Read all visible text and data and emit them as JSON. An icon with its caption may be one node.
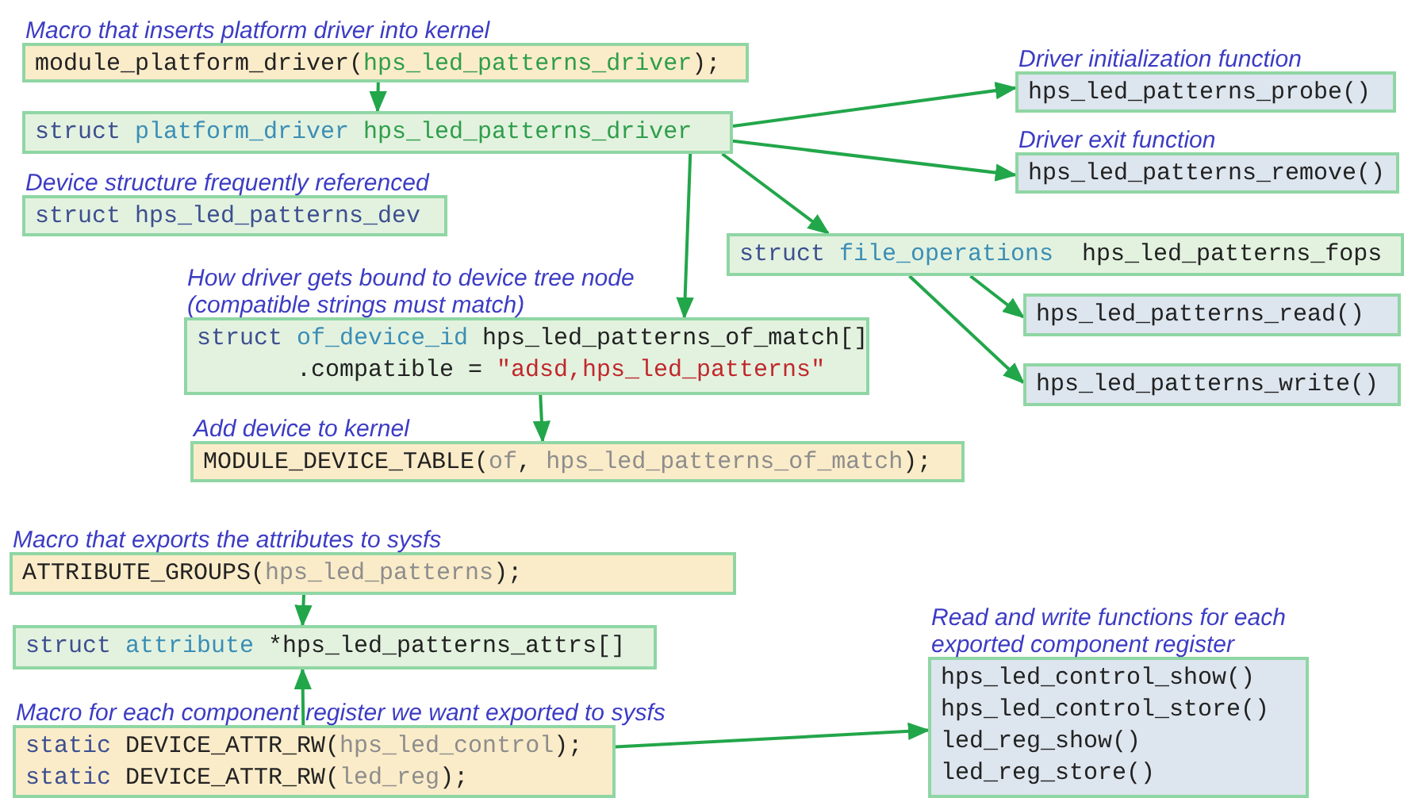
{
  "diagram": {
    "nodes": [
      {
        "text": [
          "Macro that inserts platform driver into kernel",
          "module_platform_driver(",
          "hps_led_patterns_driver",
          ");"
        ]
      },
      {
        "text": [
          "struct",
          "platform_driver",
          "hps_led_patterns_driver"
        ]
      },
      {
        "text": [
          "Device structure frequently referenced",
          "struct",
          "hps_led_patterns_dev"
        ]
      },
      {
        "text": [
          "How driver gets bound to device tree node (compatible strings must match)",
          "struct",
          "of_device_id",
          "hps_led_patterns_of_match[]",
          ".compatible =",
          "\"adsd,hps_led_patterns\""
        ]
      },
      {
        "text": [
          "Add device to kernel",
          "MODULE_DEVICE_TABLE(",
          "of",
          ",",
          "hps_led_patterns_of_match",
          ");"
        ]
      },
      {
        "text": [
          "Driver initialization function",
          "hps_led_patterns_probe()"
        ]
      },
      {
        "text": [
          "Driver exit function",
          "hps_led_patterns_remove()"
        ]
      },
      {
        "text": [
          "struct",
          "file_operations",
          "hps_led_patterns_fops"
        ]
      },
      {
        "text": [
          "hps_led_patterns_read()"
        ]
      },
      {
        "text": [
          "hps_led_patterns_write()"
        ]
      },
      {
        "text": [
          "Macro that exports the attributes to sysfs",
          "ATTRIBUTE_GROUPS(",
          "hps_led_patterns",
          ");"
        ]
      },
      {
        "text": [
          "struct",
          "attribute",
          "*hps_led_patterns_attrs[]"
        ]
      },
      {
        "text": [
          "Macro for each component register we want exported to sysfs",
          "static",
          "DEVICE_ATTR_RW(",
          "hps_led_control",
          ");",
          "static",
          "DEVICE_ATTR_RW(",
          "led_reg",
          ");"
        ]
      },
      {
        "text": [
          "Read and write functions for each exported component register",
          "hps_led_control_show()",
          "hps_led_control_store()",
          "led_reg_show()",
          "led_reg_store()"
        ]
      }
    ],
    "edges": [
      {
        "from": 0,
        "to": 1,
        "arrow": "to"
      },
      {
        "from": 1,
        "to": 5,
        "arrow": "to"
      },
      {
        "from": 1,
        "to": 6,
        "arrow": "to"
      },
      {
        "from": 1,
        "to": 7,
        "arrow": "to"
      },
      {
        "from": 1,
        "to": 3,
        "arrow": "to"
      },
      {
        "from": 3,
        "to": 4,
        "arrow": "to"
      },
      {
        "from": 7,
        "to": 8,
        "arrow": "to"
      },
      {
        "from": 7,
        "to": 9,
        "arrow": "to"
      },
      {
        "from": 10,
        "to": 11,
        "arrow": "to"
      },
      {
        "from": 12,
        "to": 11,
        "arrow": "to"
      },
      {
        "from": 12,
        "to": 13,
        "arrow": "to"
      }
    ]
  }
}
